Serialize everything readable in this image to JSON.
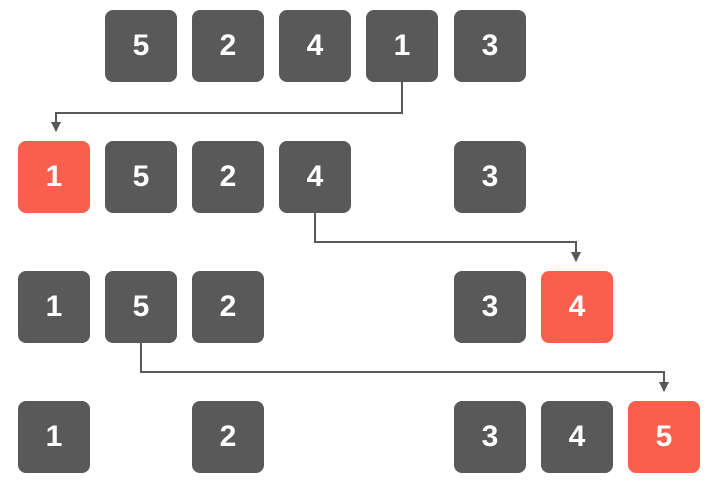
{
  "colors": {
    "tile": "#595959",
    "highlight": "#fa5f4d",
    "arrow": "#595959"
  },
  "rows": [
    {
      "tiles": [
        "5",
        "2",
        "4",
        "1",
        "3"
      ]
    },
    {
      "tiles": [
        "1",
        "5",
        "2",
        "4",
        "3"
      ]
    },
    {
      "tiles": [
        "1",
        "5",
        "2",
        "3",
        "4"
      ]
    },
    {
      "tiles": [
        "1",
        "2",
        "3",
        "4",
        "5"
      ]
    }
  ]
}
